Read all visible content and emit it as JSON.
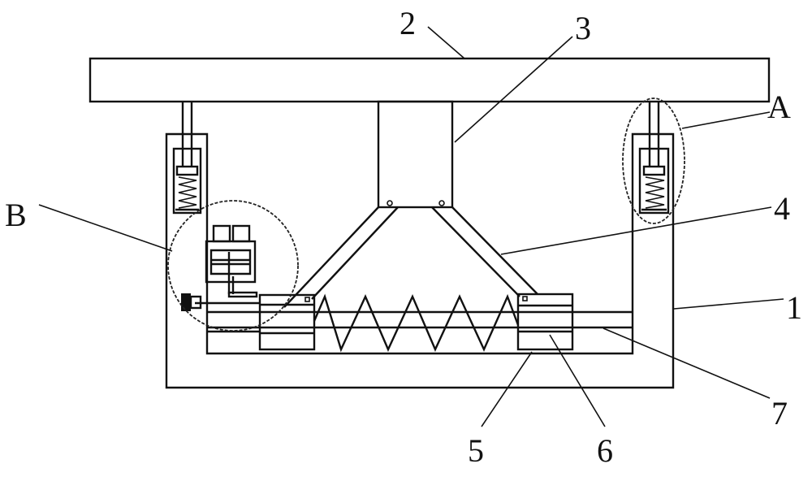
{
  "labels": {
    "n1": "1",
    "n2": "2",
    "n3": "3",
    "n4": "4",
    "n5": "5",
    "n6": "6",
    "n7": "7",
    "a": "A",
    "b": "B"
  }
}
